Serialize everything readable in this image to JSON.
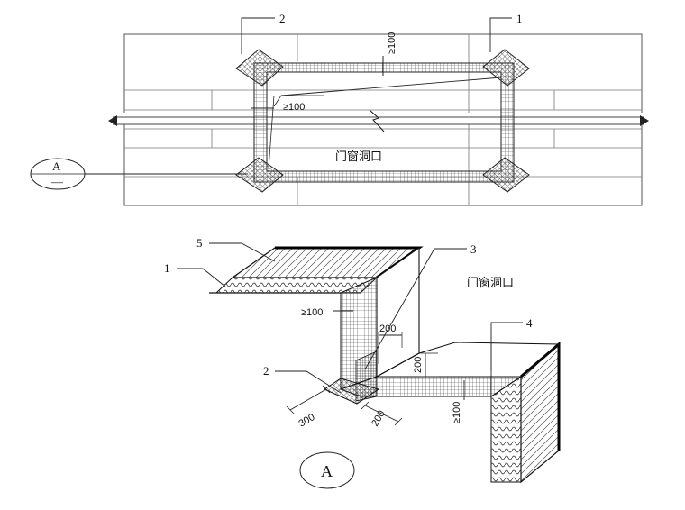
{
  "plan": {
    "callouts": [
      "1",
      "2"
    ],
    "dims": {
      "top_min": "≥100",
      "side_min": "≥100"
    },
    "opening_label": "门窗洞口",
    "section_ref": {
      "top": "A",
      "bottom": "—"
    }
  },
  "detail": {
    "callouts": [
      "1",
      "2",
      "3",
      "4",
      "5"
    ],
    "opening_label": "门窗洞口",
    "dims": {
      "d100_left": "≥100",
      "d200_top": "200",
      "d200_vert": "200",
      "d100_right": "≥100",
      "d300": "300",
      "d200_bottom": "200"
    },
    "title": "A"
  }
}
